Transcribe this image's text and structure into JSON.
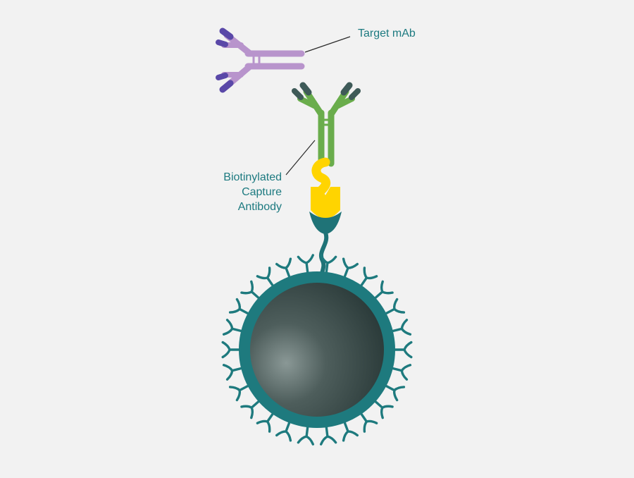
{
  "labels": {
    "target_mab": "Target mAb",
    "capture_antibody": [
      "Biotinylated",
      "Capture",
      "Antibody"
    ]
  },
  "colors": {
    "background": "#f2f2f2",
    "label_text": "#1d7a80",
    "target_mab_heavy": "#b894cc",
    "target_mab_tip": "#5a48a8",
    "capture_antibody": "#6aad4c",
    "capture_antibody_tip": "#3e5a58",
    "biotin_streptavidin": "#ffd400",
    "bead_shell": "#1e7a7e",
    "bead_core": "#2c3f3e",
    "linker": "#1f7377"
  }
}
